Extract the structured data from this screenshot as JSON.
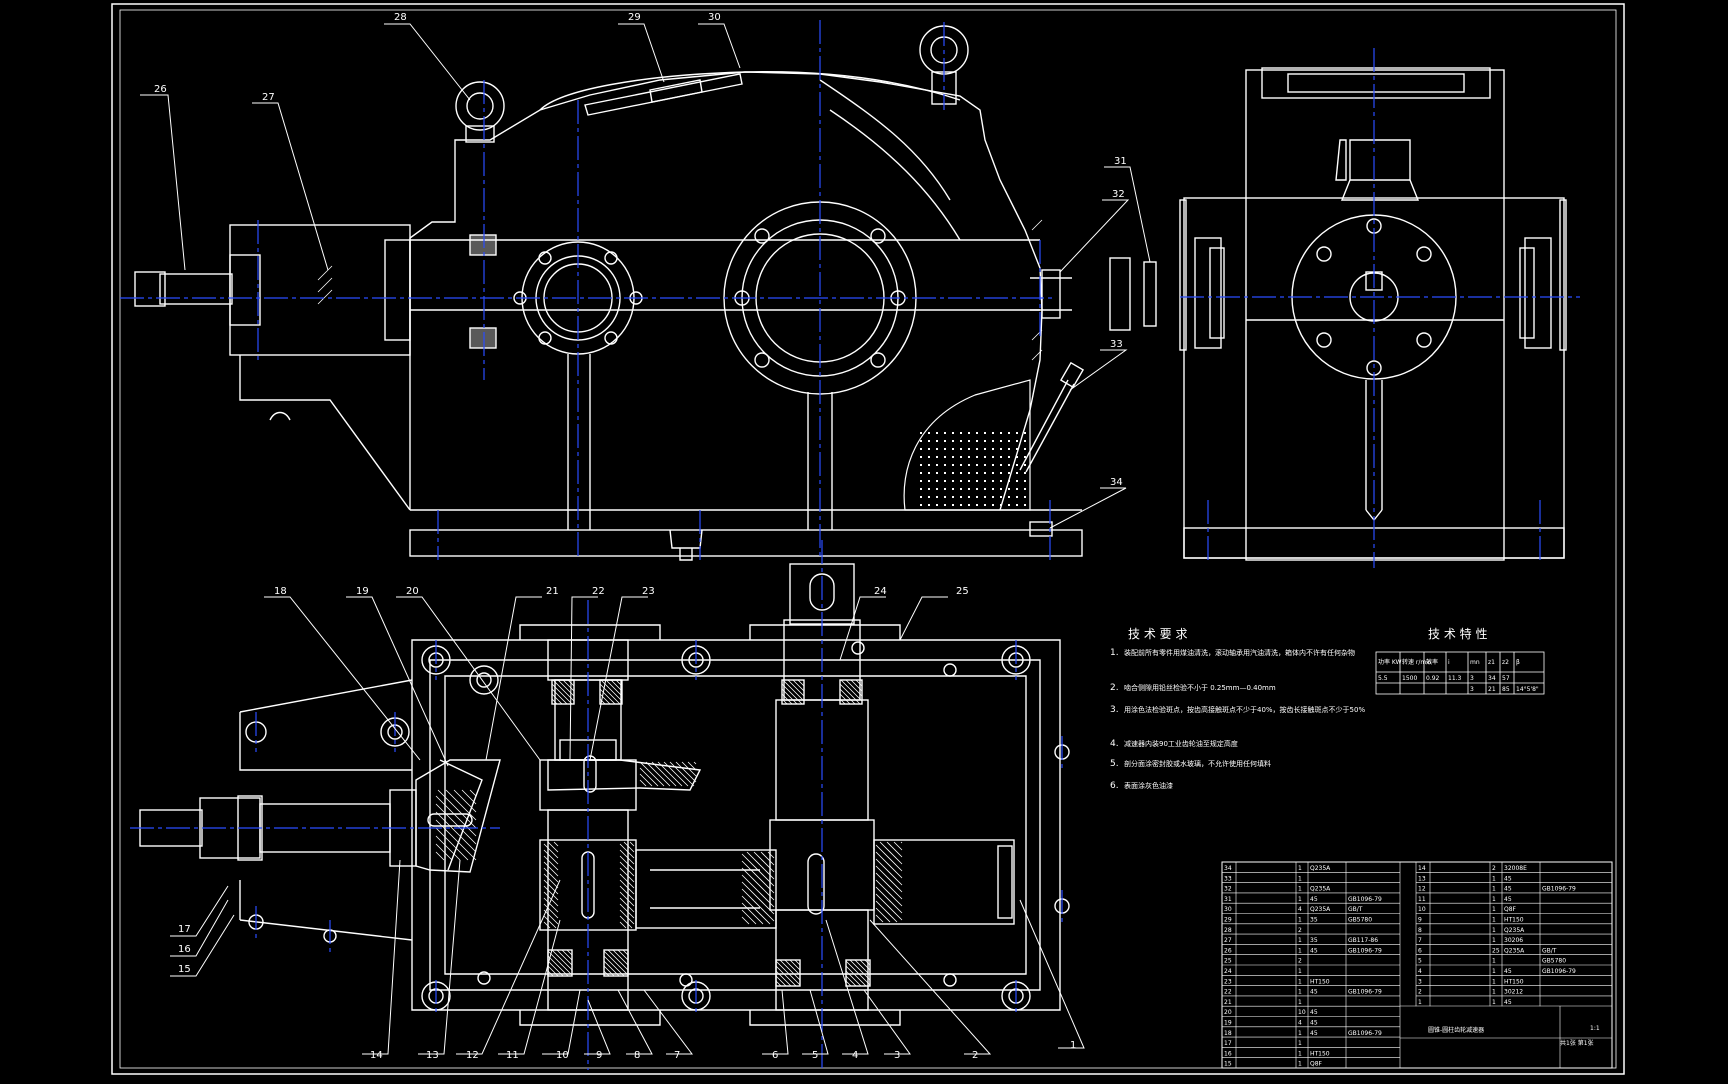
{
  "colors": {
    "background": "#000000",
    "line": "#ffffff",
    "centerline": "#2a4cff",
    "hatch": "#ffffff"
  },
  "balloons": [
    {
      "id": "b26",
      "text": "26"
    },
    {
      "id": "b27",
      "text": "27"
    },
    {
      "id": "b28",
      "text": "28"
    },
    {
      "id": "b29",
      "text": "29"
    },
    {
      "id": "b30",
      "text": "30"
    },
    {
      "id": "b31",
      "text": "31"
    },
    {
      "id": "b32",
      "text": "32"
    },
    {
      "id": "b33",
      "text": "33"
    },
    {
      "id": "b34",
      "text": "34"
    },
    {
      "id": "b18",
      "text": "18"
    },
    {
      "id": "b19",
      "text": "19"
    },
    {
      "id": "b20",
      "text": "20"
    },
    {
      "id": "b21",
      "text": "21"
    },
    {
      "id": "b22",
      "text": "22"
    },
    {
      "id": "b23",
      "text": "23"
    },
    {
      "id": "b24",
      "text": "24"
    },
    {
      "id": "b25",
      "text": "25"
    },
    {
      "id": "b17",
      "text": "17"
    },
    {
      "id": "b16",
      "text": "16"
    },
    {
      "id": "b15",
      "text": "15"
    },
    {
      "id": "b14",
      "text": "14"
    },
    {
      "id": "b13",
      "text": "13"
    },
    {
      "id": "b12",
      "text": "12"
    },
    {
      "id": "b11",
      "text": "11"
    },
    {
      "id": "b10",
      "text": "10"
    },
    {
      "id": "b9",
      "text": "9"
    },
    {
      "id": "b8",
      "text": "8"
    },
    {
      "id": "b7",
      "text": "7"
    },
    {
      "id": "b6",
      "text": "6"
    },
    {
      "id": "b5",
      "text": "5"
    },
    {
      "id": "b4",
      "text": "4"
    },
    {
      "id": "b3",
      "text": "3"
    },
    {
      "id": "b2",
      "text": "2"
    },
    {
      "id": "b1",
      "text": "1"
    }
  ],
  "tech_requirements": {
    "title": "技 术 要 求",
    "items": [
      {
        "num": "1.",
        "text": "装配前所有零件用煤油清洗，滚动轴承用汽油清洗，箱体内不许有任何杂物"
      },
      {
        "num": "2.",
        "text": "啮合侧隙用铅丝检验不小于 0.25mm—0.40mm"
      },
      {
        "num": "3.",
        "text": "用涂色法检验斑点，按齿高接触斑点不少于40%，按齿长接触斑点不少于50%"
      },
      {
        "num": "4.",
        "text": "减速器内装90工业齿轮油至规定高度"
      },
      {
        "num": "5.",
        "text": "剖分面涂密封胶或水玻璃，不允许使用任何填料"
      },
      {
        "num": "6.",
        "text": "表面涂灰色油漆"
      }
    ]
  },
  "tech_characteristics": {
    "title": "技 术 特 性",
    "headers": [
      "功率 KW",
      "转速 r/min",
      "效率",
      "i",
      "mn",
      "z1",
      "z2",
      "β"
    ],
    "rows": [
      [
        "5.5",
        "1500",
        "0.92",
        "11.3",
        "3",
        "34",
        "57",
        ""
      ],
      [
        "",
        "",
        "",
        "",
        "3",
        "21",
        "85",
        "14°5'8\""
      ]
    ]
  },
  "parts_list": {
    "left": [
      [
        "34",
        "",
        "1",
        "Q235A",
        ""
      ],
      [
        "33",
        "",
        "1",
        "",
        ""
      ],
      [
        "32",
        "",
        "1",
        "Q235A",
        ""
      ],
      [
        "31",
        "",
        "1",
        "45",
        "GB1096-79"
      ],
      [
        "30",
        "",
        "4",
        "Q235A",
        "GB/T"
      ],
      [
        "29",
        "",
        "1",
        "35",
        "GB5780"
      ],
      [
        "28",
        "",
        "2",
        "",
        ""
      ],
      [
        "27",
        "",
        "1",
        "35",
        "GB117-86"
      ],
      [
        "26",
        "",
        "1",
        "45",
        "GB1096-79"
      ],
      [
        "25",
        "",
        "2",
        "",
        ""
      ],
      [
        "24",
        "",
        "1",
        "",
        ""
      ],
      [
        "23",
        "",
        "1",
        "HT150",
        ""
      ],
      [
        "22",
        "",
        "1",
        "45",
        "GB1096-79"
      ],
      [
        "21",
        "",
        "1",
        "",
        ""
      ],
      [
        "20",
        "",
        "10",
        "45",
        ""
      ],
      [
        "19",
        "",
        "4",
        "45",
        ""
      ],
      [
        "18",
        "",
        "1",
        "45",
        "GB1096-79"
      ],
      [
        "17",
        "",
        "1",
        "",
        ""
      ],
      [
        "16",
        "",
        "1",
        "HT150",
        ""
      ],
      [
        "15",
        "",
        "1",
        "Q8F",
        ""
      ]
    ],
    "right": [
      [
        "14",
        "",
        "2",
        "32008E",
        ""
      ],
      [
        "13",
        "",
        "1",
        "45",
        ""
      ],
      [
        "12",
        "",
        "1",
        "45",
        "GB1096-79"
      ],
      [
        "11",
        "",
        "1",
        "45",
        ""
      ],
      [
        "10",
        "",
        "1",
        "Q8F",
        ""
      ],
      [
        "9",
        "",
        "1",
        "HT150",
        ""
      ],
      [
        "8",
        "",
        "1",
        "Q235A",
        ""
      ],
      [
        "7",
        "",
        "1",
        "30206",
        ""
      ],
      [
        "6",
        "",
        "25",
        "Q235A",
        "GB/T"
      ],
      [
        "5",
        "",
        "1",
        "",
        "GB5780"
      ],
      [
        "4",
        "",
        "1",
        "45",
        "GB1096-79"
      ],
      [
        "3",
        "",
        "1",
        "HT150",
        ""
      ],
      [
        "2",
        "",
        "1",
        "30212",
        ""
      ],
      [
        "1",
        "",
        "1",
        "45",
        ""
      ]
    ],
    "title_block": {
      "name": "圆锥-圆柱齿轮减速器",
      "scale": "1:1",
      "sheet": "共1张 第1张"
    }
  }
}
